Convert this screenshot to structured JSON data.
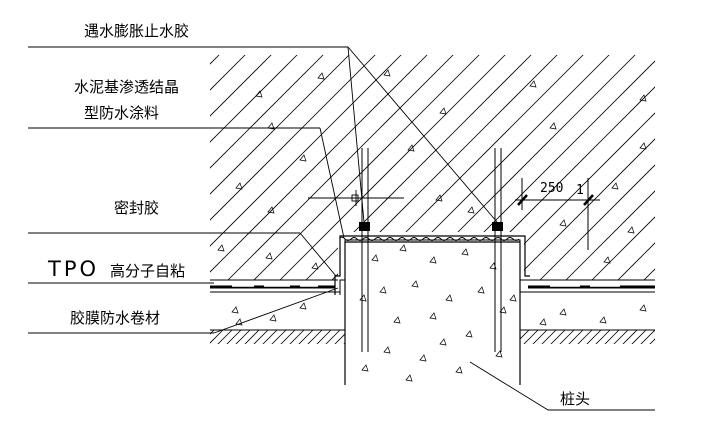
{
  "labels": {
    "waterstop": "遇水膨胀止水胶",
    "coating_line1": "水泥基渗透结晶",
    "coating_line2": "型防水涂料",
    "sealant": "密封胶",
    "membrane_prefix": "TPO",
    "membrane_line1_suffix": "高分子自粘",
    "membrane_line2": "胶膜防水卷材",
    "pile_head": "桩头"
  },
  "dimension": {
    "value": "250"
  }
}
